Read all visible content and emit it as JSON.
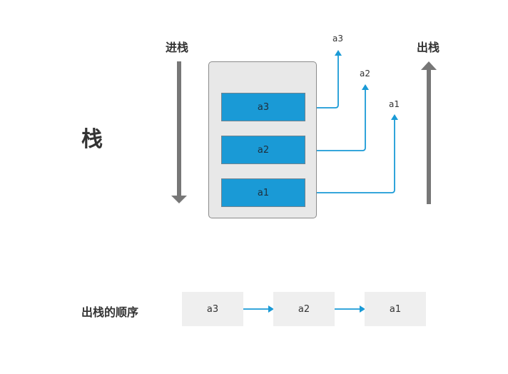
{
  "title": "栈",
  "push_label": "进栈",
  "pop_label": "出栈",
  "order_label": "出栈的顺序",
  "stack_items": [
    "a3",
    "a2",
    "a1"
  ],
  "pop_outputs": [
    "a3",
    "a2",
    "a1"
  ],
  "pop_order": [
    "a3",
    "a2",
    "a1"
  ],
  "colors": {
    "item_fill": "#1a9ad6",
    "connector": "#1a9ad6",
    "big_arrow": "#777777",
    "stack_bg": "#e8e8e8",
    "order_bg": "#efefef"
  }
}
